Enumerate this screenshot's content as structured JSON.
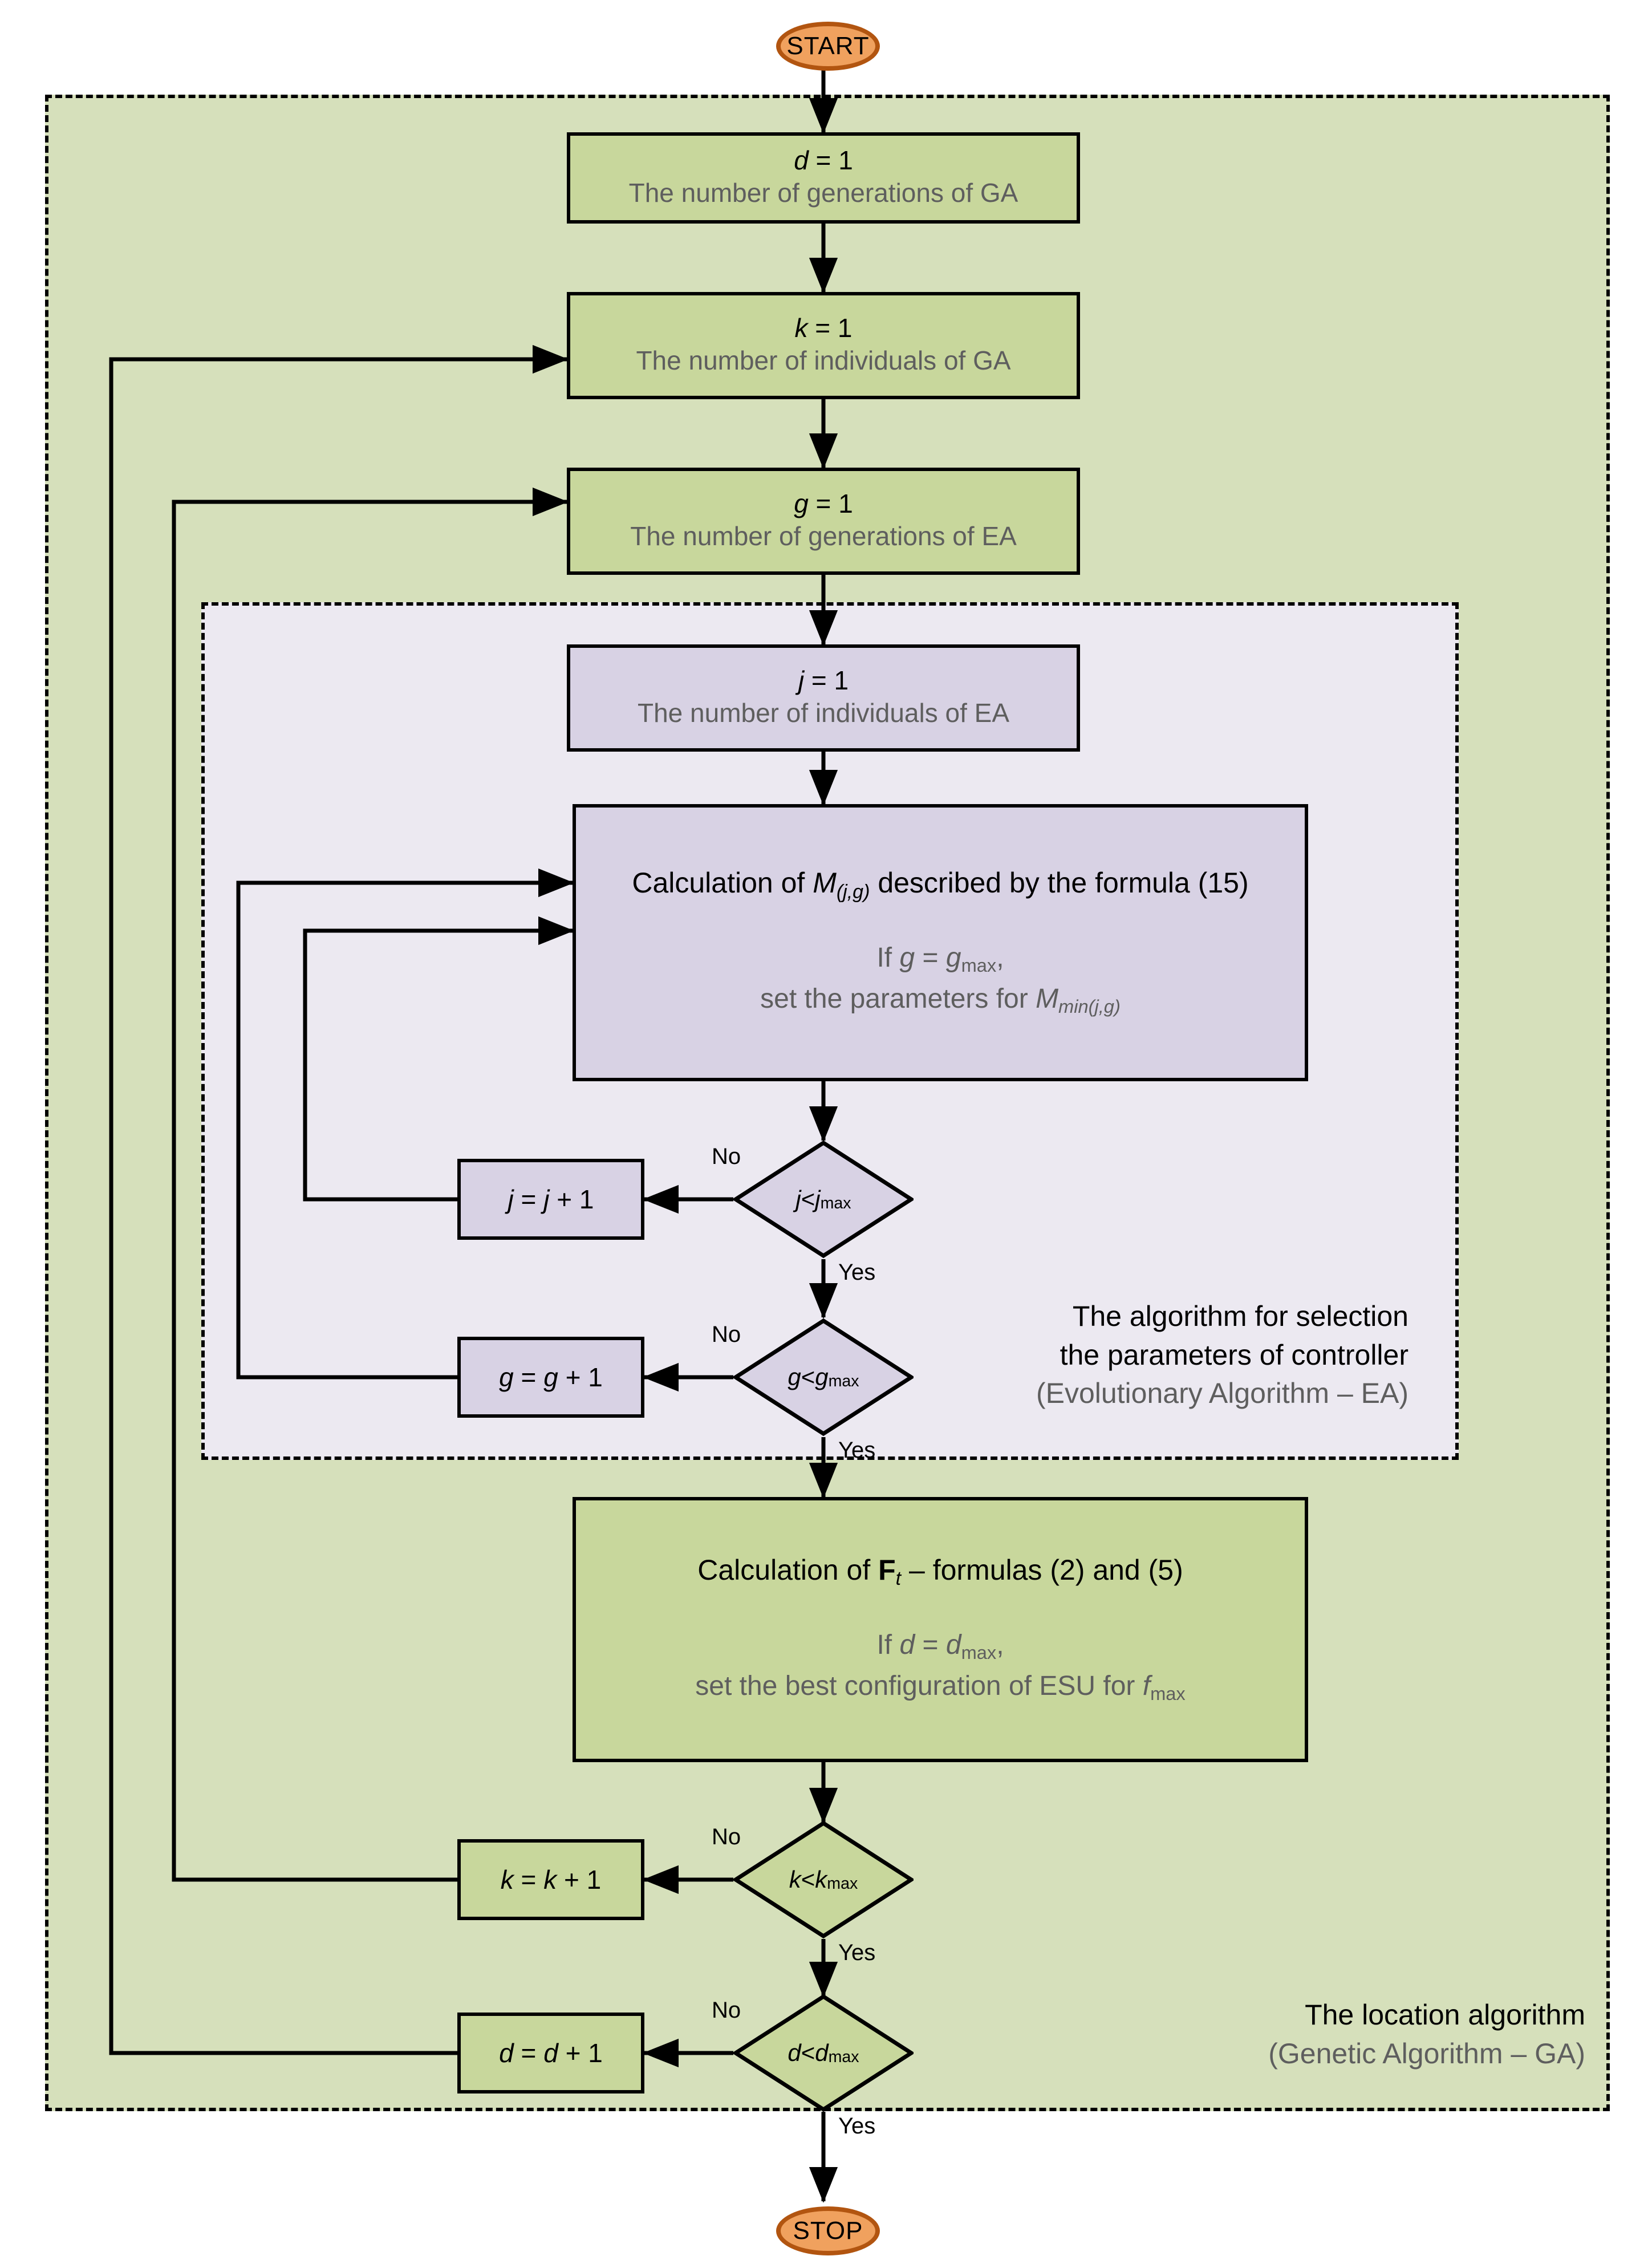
{
  "diagram": {
    "type": "flowchart",
    "title": "Two-level nested loop flowchart: Genetic Algorithm (GA) containing Evolutionary Algorithm (EA)"
  },
  "terminators": {
    "start": "START",
    "stop": "STOP"
  },
  "regions": {
    "ga": {
      "label_line1": "The location algorithm",
      "label_line2": "(Genetic  Algorithm – GA)",
      "fill": "#d6e0bb",
      "border": "dashed black"
    },
    "ea": {
      "label_line1": "The algorithm for selection",
      "label_line2": "the parameters of controller",
      "label_line3": "(Evolutionary Algorithm – EA)",
      "fill": "#ece9f1",
      "border": "dashed black"
    }
  },
  "nodes": {
    "d_init": {
      "expr_var": "d",
      "expr_rest": " = 1",
      "desc": "The number of generations of GA",
      "fill": "#c8d79c"
    },
    "k_init": {
      "expr_var": "k",
      "expr_rest": " = 1",
      "desc": "The number of individuals of GA",
      "fill": "#c8d79c"
    },
    "g_init": {
      "expr_var": "g",
      "expr_rest": " = 1",
      "desc": "The number of generations of EA",
      "fill": "#c8d79c"
    },
    "j_init": {
      "expr_var": "j",
      "expr_rest": " = 1",
      "desc": "The number of individuals of EA",
      "fill": "#d8d2e4"
    },
    "calc_m": {
      "line1_a": "Calculation of ",
      "line1_var": "M",
      "line1_sub": "(j,g)",
      "line1_b": " described by the formula (15)",
      "line2_a": "If ",
      "line2_v1": "g",
      "line2_b": " = ",
      "line2_v2": "g",
      "line2_sub": "max",
      "line2_c": ",",
      "line3_a": "set the parameters for ",
      "line3_var": "M",
      "line3_sub": "min(j,g)",
      "fill": "#d8d2e4"
    },
    "calc_f": {
      "line1_a": "Calculation of ",
      "line1_var": "F",
      "line1_sub": "t",
      "line1_b": " – formulas (2) and (5)",
      "line2_a": "If ",
      "line2_v1": "d",
      "line2_b": " = ",
      "line2_v2": "d",
      "line2_sub": "max",
      "line2_c": ",",
      "line3_a": "set the best configuration of ESU for ",
      "line3_var": "f",
      "line3_sub": "max",
      "fill": "#c8d79c"
    },
    "j_inc": {
      "var": "j",
      "text_mid": " = ",
      "var2": "j",
      "text_end": " + 1",
      "fill": "#d8d2e4"
    },
    "g_inc": {
      "var": "g",
      "text_mid": " = ",
      "var2": "g",
      "text_end": " + 1",
      "fill": "#d8d2e4"
    },
    "k_inc": {
      "var": "k",
      "text_mid": " = ",
      "var2": "k",
      "text_end": " + 1",
      "fill": "#c8d79c"
    },
    "d_inc": {
      "var": "d",
      "text_mid": " = ",
      "var2": "d",
      "text_end": " + 1",
      "fill": "#c8d79c"
    }
  },
  "decisions": {
    "j_test": {
      "var": "j",
      "op": " < ",
      "var2": "j",
      "sub": "max",
      "no": "No",
      "yes": "Yes",
      "fill": "#d8d2e4"
    },
    "g_test": {
      "var": "g",
      "op": " < ",
      "var2": "g",
      "sub": "max",
      "no": "No",
      "yes": "Yes",
      "fill": "#d8d2e4"
    },
    "k_test": {
      "var": "k",
      "op": " < ",
      "var2": "k",
      "sub": "max",
      "no": "No",
      "yes": "Yes",
      "fill": "#c8d79c"
    },
    "d_test": {
      "var": "d",
      "op": " < ",
      "var2": "d",
      "sub": "max",
      "no": "No",
      "yes": "Yes",
      "fill": "#c8d79c"
    }
  },
  "colors": {
    "green_fill": "#c8d79c",
    "green_region": "#d6e0bb",
    "purple_fill": "#d8d2e4",
    "purple_region": "#ece9f1",
    "terminator_fill": "#f0a15e",
    "terminator_border": "#b25510",
    "line": "#000000",
    "secondary_text": "#5e5e5e"
  }
}
